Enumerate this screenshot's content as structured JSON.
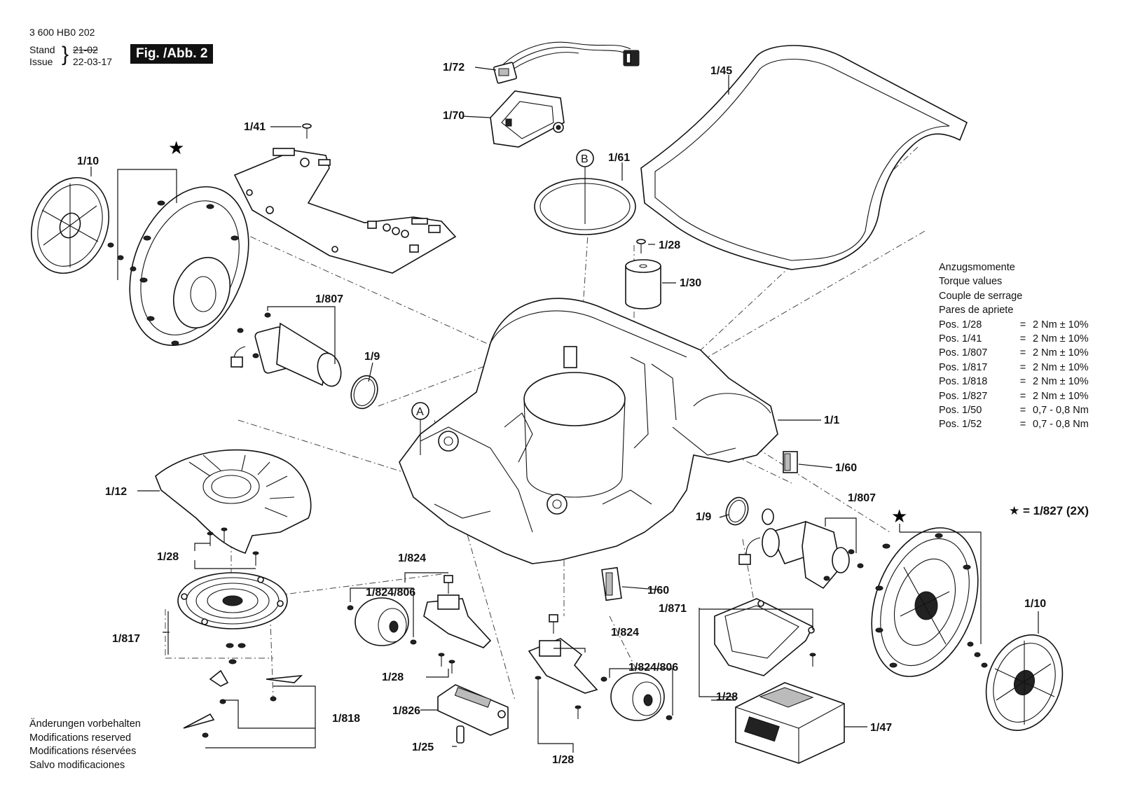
{
  "header": {
    "doc_number": "3 600 HB0 202",
    "stand_label": "Stand",
    "issue_label": "Issue",
    "old_date": "21-02",
    "date": "22-03-17",
    "figure_title": "Fig. /Abb. 2"
  },
  "callouts": {
    "c1_72": "1/72",
    "c1_70": "1/70",
    "c1_41": "1/41",
    "c1_45": "1/45",
    "c1_61": "1/61",
    "cB": "B",
    "c1_28_top": "1/28",
    "c1_30": "1/30",
    "c1_10_left": "1/10",
    "c1_807_left": "1/807",
    "c1_9_left": "1/9",
    "cA": "A",
    "c1_1": "1/1",
    "c1_60_right": "1/60",
    "c1_12": "1/12",
    "c1_28_left": "1/28",
    "c1_9_right": "1/9",
    "c1_807_right": "1/807",
    "c1_824_a": "1/824",
    "c1_824_806_a": "1/824/806",
    "c1_60_mid": "1/60",
    "c1_871": "1/871",
    "c1_817": "1/817",
    "c1_824_b": "1/824",
    "c1_824_806_b": "1/824/806",
    "c1_10_right": "1/10",
    "c1_28_mid": "1/28",
    "c1_28_br": "1/28",
    "c1_826": "1/826",
    "c1_818": "1/818",
    "c1_47": "1/47",
    "c1_25": "1/25",
    "c1_28_bottom": "1/28"
  },
  "star_symbol": "★",
  "star_legend": "★ = 1/827 (2X)",
  "torque_table": {
    "titles": [
      "Anzugsmomente",
      "Torque values",
      "Couple de serrage",
      "Pares de apriete"
    ],
    "rows": [
      {
        "pos": "Pos. 1/28",
        "eq": "=",
        "val": "2 Nm  ± 10%"
      },
      {
        "pos": "Pos. 1/41",
        "eq": "=",
        "val": "2 Nm  ± 10%"
      },
      {
        "pos": "Pos. 1/807",
        "eq": "=",
        "val": "2 Nm  ± 10%"
      },
      {
        "pos": "Pos. 1/817",
        "eq": "=",
        "val": "2 Nm  ± 10%"
      },
      {
        "pos": "Pos. 1/818",
        "eq": "=",
        "val": "2 Nm  ± 10%"
      },
      {
        "pos": "Pos. 1/827",
        "eq": "=",
        "val": "2 Nm  ± 10%"
      },
      {
        "pos": "Pos. 1/50",
        "eq": "=",
        "val": "0,7  - 0,8 Nm"
      },
      {
        "pos": "Pos. 1/52",
        "eq": "=",
        "val": "0,7  - 0,8 Nm"
      }
    ]
  },
  "modifications": [
    "Änderungen vorbehalten",
    "Modifications reserved",
    "Modifications réservées",
    "Salvo modificaciones"
  ]
}
